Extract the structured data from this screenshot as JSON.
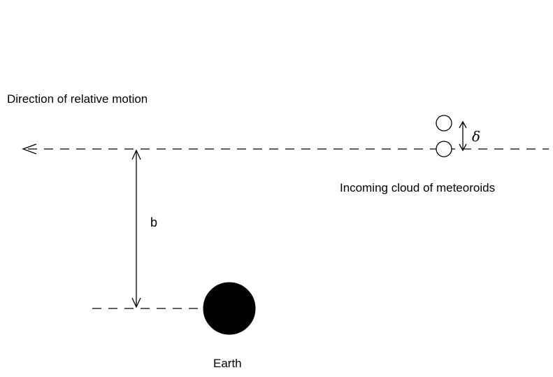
{
  "labels": {
    "direction": "Direction of relative motion",
    "cloud": "Incoming cloud of meteoroids",
    "impact_parameter": "b",
    "separation": "δ",
    "earth": "Earth"
  },
  "colors": {
    "stroke": "#000000",
    "earth_fill": "#000000",
    "background": "#ffffff"
  }
}
